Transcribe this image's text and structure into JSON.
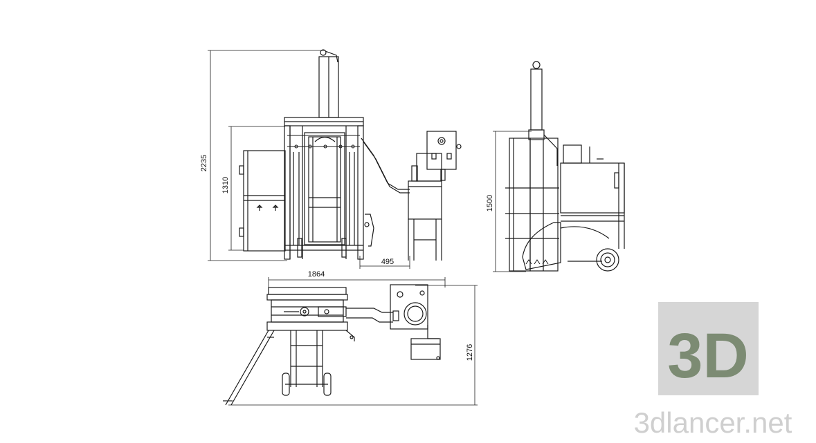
{
  "drawing": {
    "dimensions": {
      "front_height_total": "2235",
      "front_height_chamber": "1310",
      "front_width_unit": "495",
      "side_height": "1500",
      "top_width": "1864",
      "top_depth": "1276"
    }
  },
  "watermark": {
    "logo_text": "3D",
    "site_text": "3dlancer.net",
    "logo_bg_color": "#d6d6d6",
    "logo_fg_color": "#7c8b73",
    "site_color": "#cfcfcf"
  },
  "colors": {
    "line": "#1a1a1a",
    "background": "#ffffff"
  }
}
